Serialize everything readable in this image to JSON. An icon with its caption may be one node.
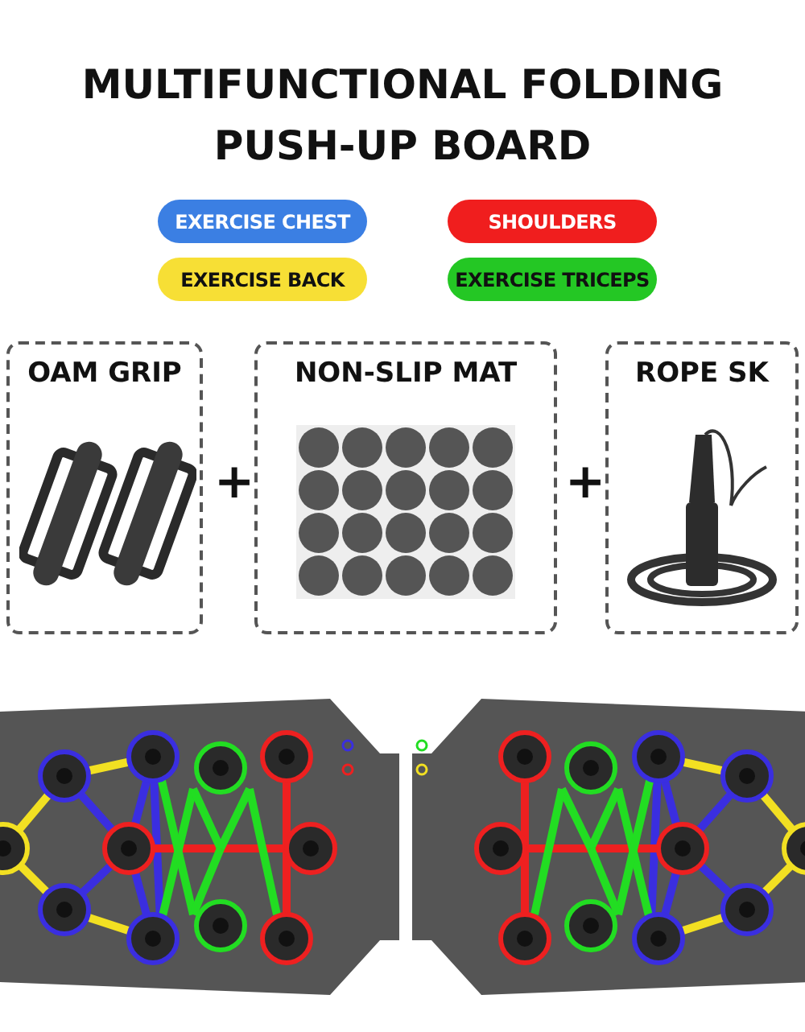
{
  "diagram": {
    "title": "MULTIFUNCTIONAL FOLDING PUSH-UP BOARD",
    "nodes": [
      {
        "text": [
          "OAM GRIP"
        ]
      },
      {
        "text": [
          "NON-SLIP MAT"
        ]
      },
      {
        "text": [
          "ROPE SK"
        ]
      }
    ],
    "edges": [],
    "labels": [
      "+",
      "+"
    ],
    "legend": [
      {
        "text": "EXERCISE CHEST",
        "color": "#3b7fe3"
      },
      {
        "text": "SHOULDERS",
        "color": "#f01e1e"
      },
      {
        "text": "EXERCISE BACK",
        "color": "#f7df35"
      },
      {
        "text": "EXERCISE TRICEPS",
        "color": "#24c724"
      }
    ]
  }
}
